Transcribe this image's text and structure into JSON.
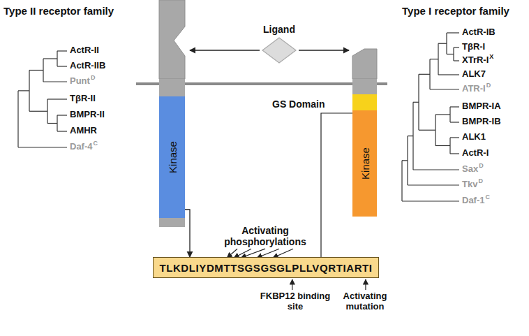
{
  "diagram": {
    "nodes": [
      {
        "text": [
          "Ligand"
        ]
      },
      {
        "text": [
          "Kinase"
        ]
      },
      {
        "text": [
          "Kinase"
        ]
      },
      {
        "text": [
          "TLKDLIYDMTTSGSGSGLPLLVQRTIARTI"
        ]
      }
    ],
    "edges": [
      {
        "from": 1,
        "to": 3,
        "arrow": "to"
      }
    ],
    "labels": [
      "Type II receptor family",
      "ActR-II",
      "ActR-IIB",
      "Punt",
      "D",
      "TβR-II",
      "BMPR-II",
      "AMHR",
      "Daf-4",
      "C",
      "Type I receptor family",
      "ActR-IB",
      "TβR-I",
      "XTrR-I",
      "X",
      "ALK7",
      "ATR-I",
      "D",
      "BMPR-IA",
      "BMPR-IB",
      "ALK1",
      "ActR-I",
      "Sax",
      "D",
      "Tkv",
      "D",
      "Daf-1",
      "C",
      "GS Domain",
      "Activating phosphorylations",
      "FKBP12 binding site",
      "Activating mutation"
    ]
  }
}
